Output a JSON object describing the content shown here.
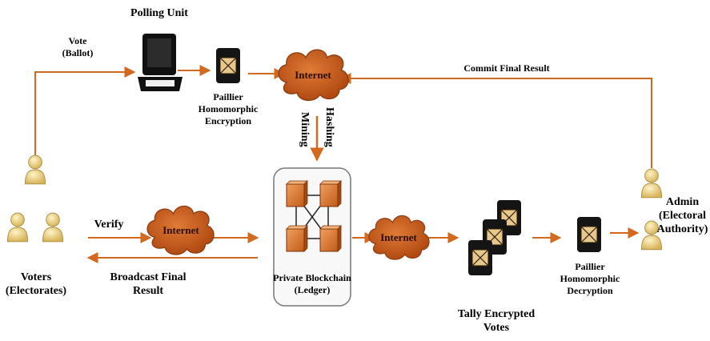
{
  "labels": {
    "polling_unit": "Polling Unit",
    "vote": "Vote",
    "ballot": "(Ballot)",
    "internet_top": "Internet",
    "commit_final_result": "Commit Final Result",
    "paillier_enc_1": "Paillier",
    "paillier_enc_2": "Homomorphic",
    "paillier_enc_3": "Encryption",
    "hashing": "Hashing",
    "mining": "Mining",
    "verify": "Verify",
    "internet_left": "Internet",
    "broadcast_1": "Broadcast Final",
    "broadcast_2": "Result",
    "voters_1": "Voters",
    "voters_2": "(Electorates)",
    "blockchain_1": "Private Blockchain",
    "blockchain_2": "(Ledger)",
    "internet_mid": "Internet",
    "tally_1": "Tally Encrypted",
    "tally_2": "Votes",
    "paillier_dec_1": "Paillier",
    "paillier_dec_2": "Homomorphic",
    "paillier_dec_3": "Decryption",
    "admin_1": "Admin",
    "admin_2": "(Electoral",
    "admin_3": "Authority)"
  },
  "colors": {
    "arrow": "#d2691e",
    "cloud": "#c85a1e",
    "cloud_dark": "#8a3a10",
    "person": "#e8d08a",
    "device": "#111111",
    "blockchain_box": "#d9772e"
  }
}
